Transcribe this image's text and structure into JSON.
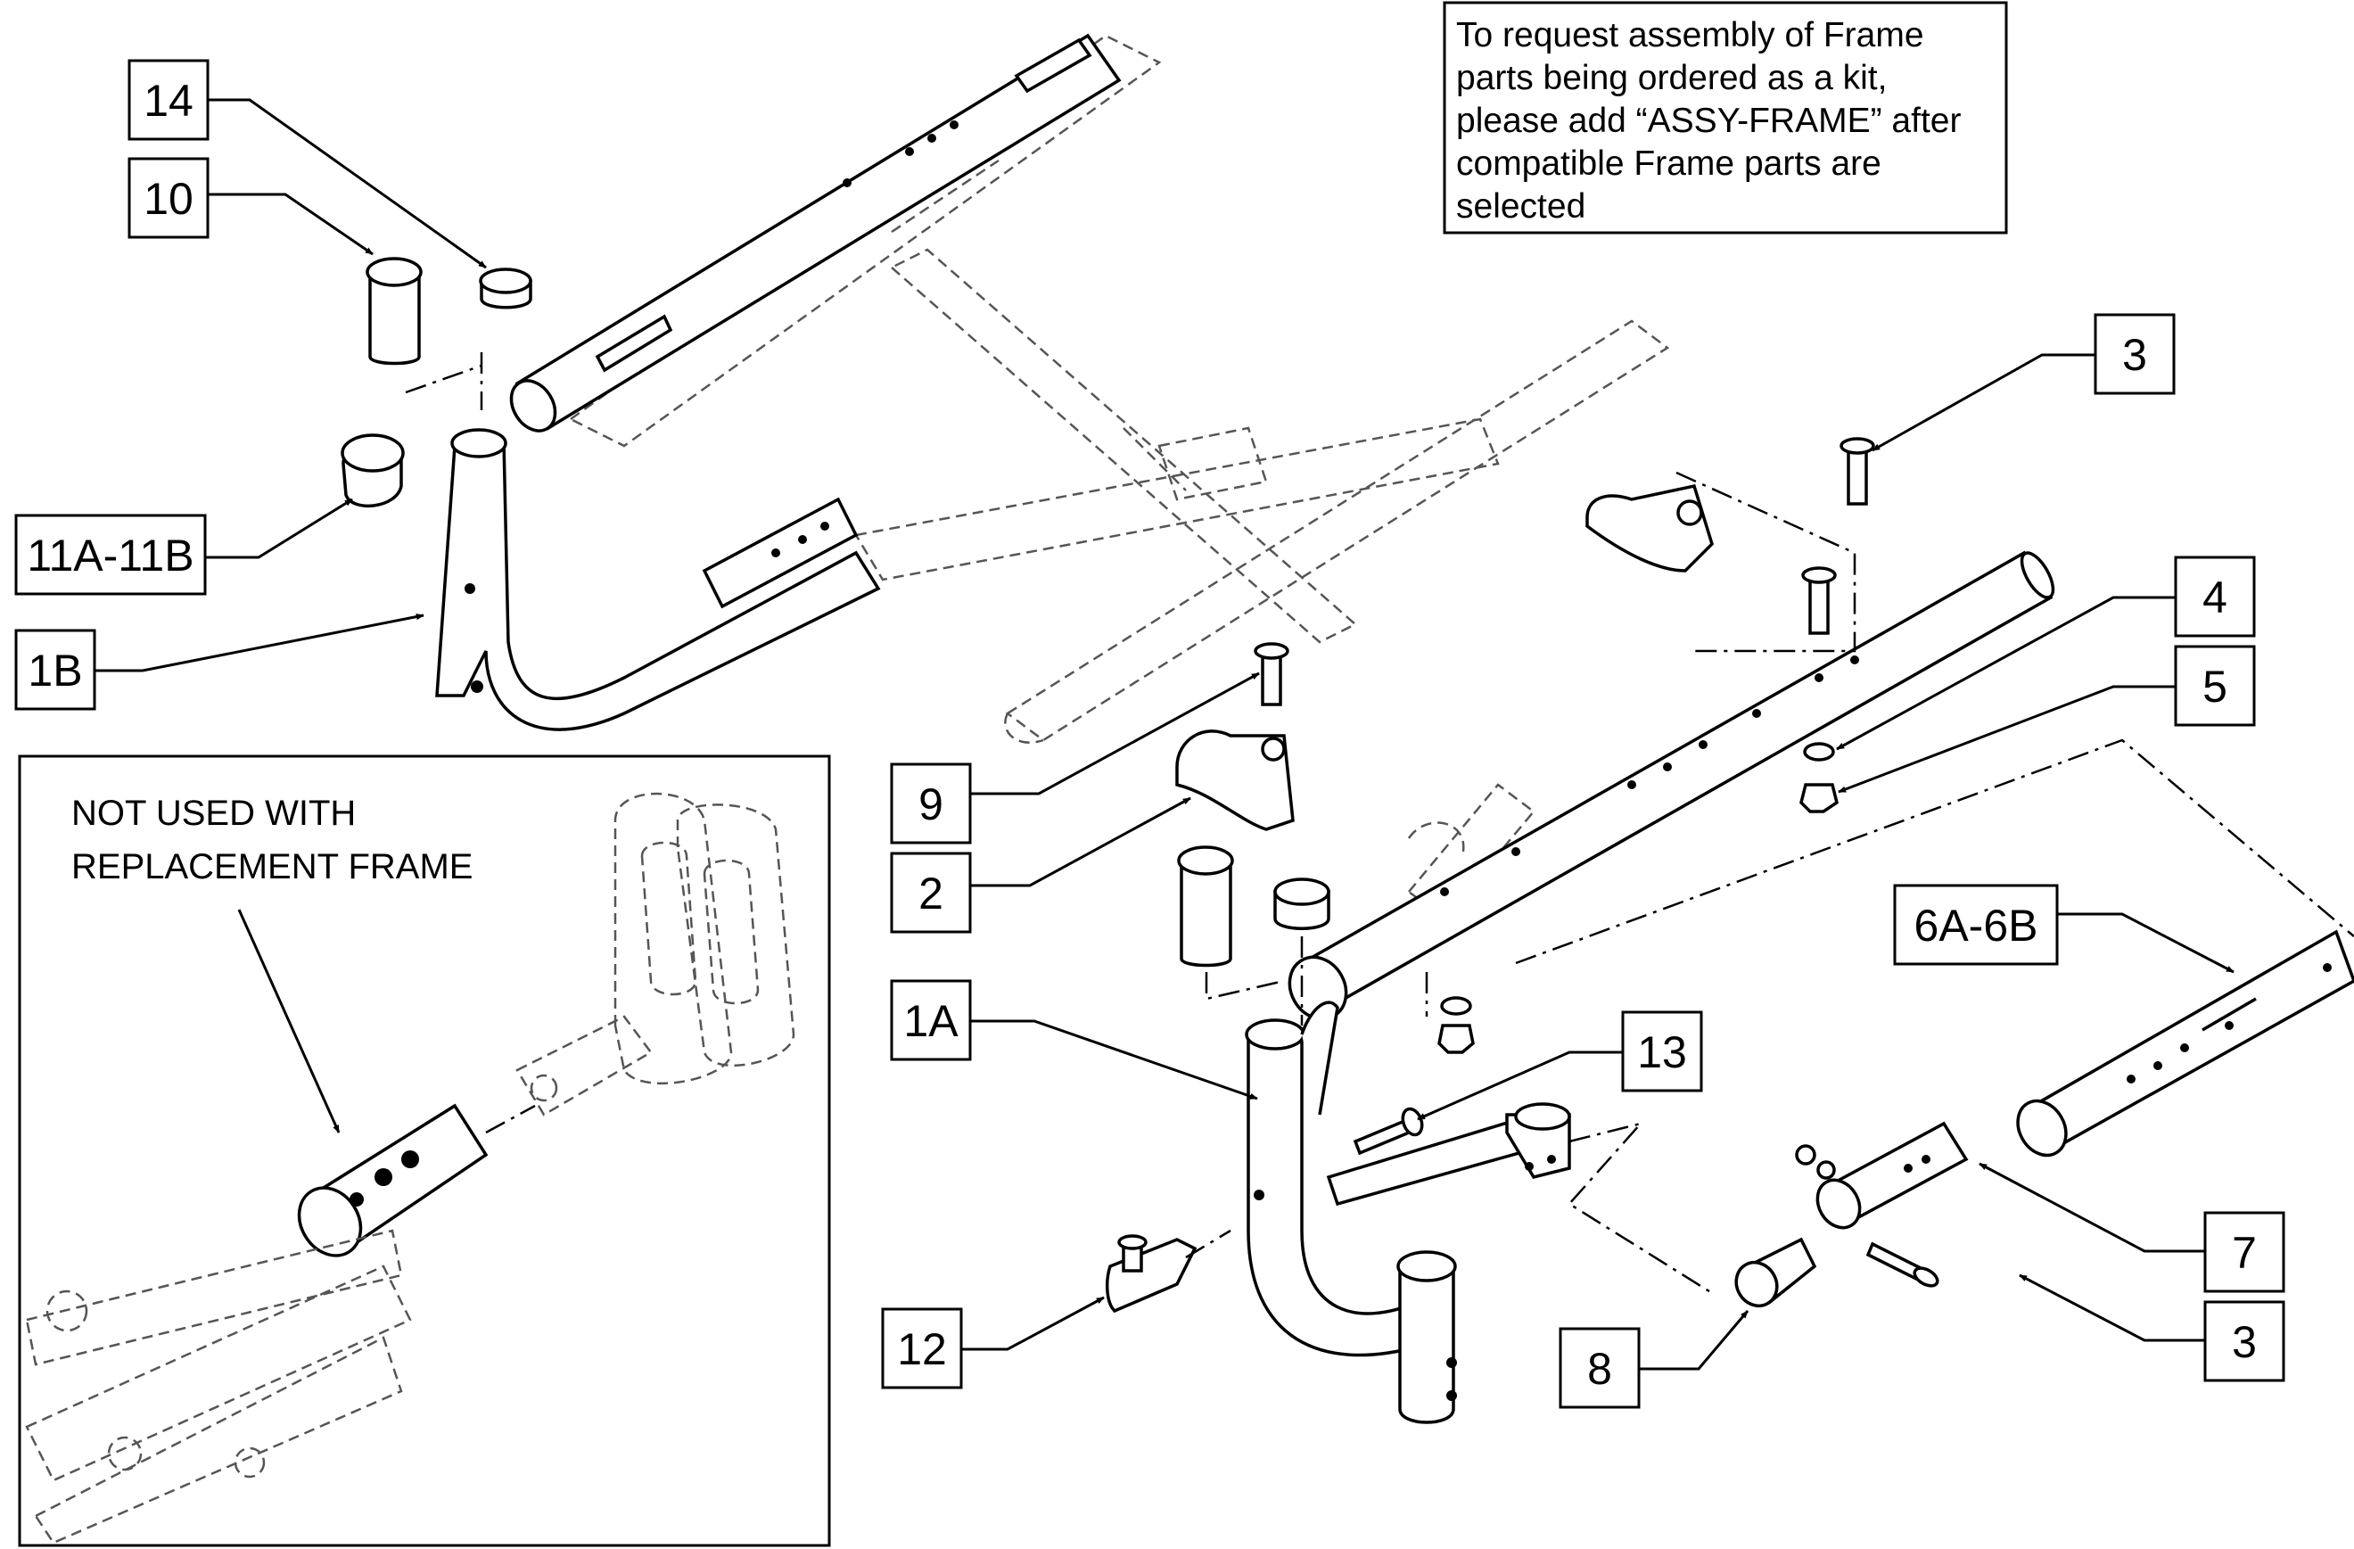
{
  "note": {
    "lines": [
      "To request assembly of Frame",
      "parts being ordered as a kit,",
      "please add “ASSY-FRAME” after",
      "compatible Frame parts are",
      "selected"
    ]
  },
  "inset": {
    "caption_lines": [
      "NOT USED WITH",
      "REPLACEMENT FRAME"
    ]
  },
  "callouts": [
    {
      "id": "14",
      "text": "14"
    },
    {
      "id": "10",
      "text": "10"
    },
    {
      "id": "11A-11B",
      "text": "11A-11B"
    },
    {
      "id": "1B",
      "text": "1B"
    },
    {
      "id": "3-top",
      "text": "3"
    },
    {
      "id": "4",
      "text": "4"
    },
    {
      "id": "5",
      "text": "5"
    },
    {
      "id": "9",
      "text": "9"
    },
    {
      "id": "2",
      "text": "2"
    },
    {
      "id": "6A-6B",
      "text": "6A-6B"
    },
    {
      "id": "1A",
      "text": "1A"
    },
    {
      "id": "13",
      "text": "13"
    },
    {
      "id": "7",
      "text": "7"
    },
    {
      "id": "12",
      "text": "12"
    },
    {
      "id": "3-bottom",
      "text": "3"
    },
    {
      "id": "8",
      "text": "8"
    }
  ]
}
